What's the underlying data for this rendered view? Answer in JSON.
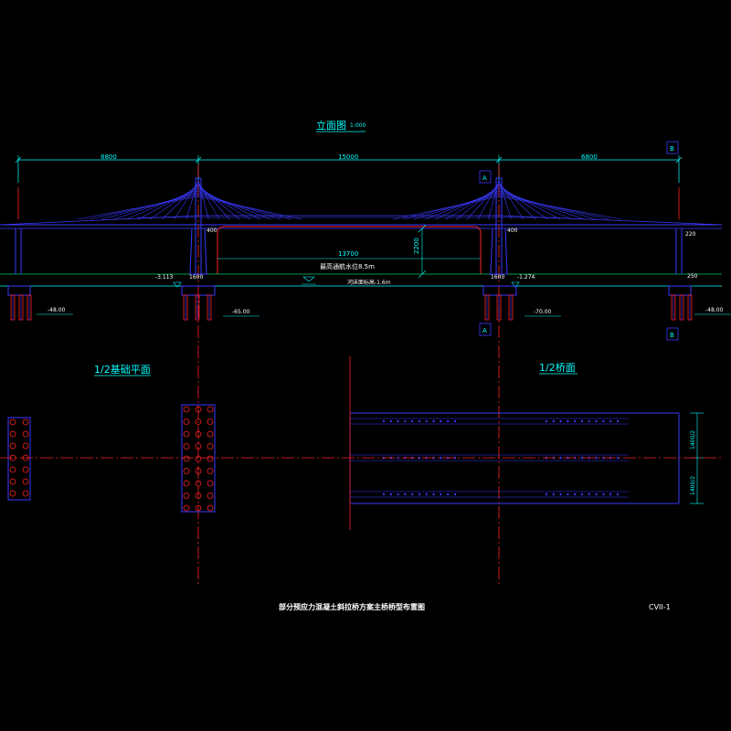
{
  "elevation": {
    "title": "立面图",
    "scale": "1:000",
    "spans": [
      "8800",
      "15000",
      "6800"
    ],
    "clear_span": "13700",
    "clear_height": "2200",
    "navigation_level": "最高通航水位8.5m",
    "riverbed_level": "河床面标高-1.6m",
    "left_pier_top": "400",
    "right_pier_top": "400",
    "end_pier_top": "220",
    "end_pier_base": "250",
    "left_cap_width": "1600",
    "right_cap_width": "1600",
    "level_left": "-3.113",
    "level_right": "-1.274",
    "pile_tip_left_end": "-48.00",
    "pile_tip_left_tower": "-65.00",
    "pile_tip_right_tower": "-70.00",
    "pile_tip_right_end": "-48.00",
    "section_a": "A",
    "section_b": "B"
  },
  "foundation_plan": {
    "title": "1/2基础平面"
  },
  "deck_plan": {
    "title": "1/2桥面",
    "width_upper": "1400/2",
    "width_lower": "1400/2"
  },
  "footer": {
    "drawing_title": "部分预应力混凝土斜拉桥方案主桥桥型布置图",
    "drawing_number": "CVII-1"
  },
  "colors": {
    "background": "#000000",
    "dimension": "#00ffff",
    "structure": "#3a3aff",
    "centerline": "#ff2222",
    "text": "#ffffff"
  }
}
